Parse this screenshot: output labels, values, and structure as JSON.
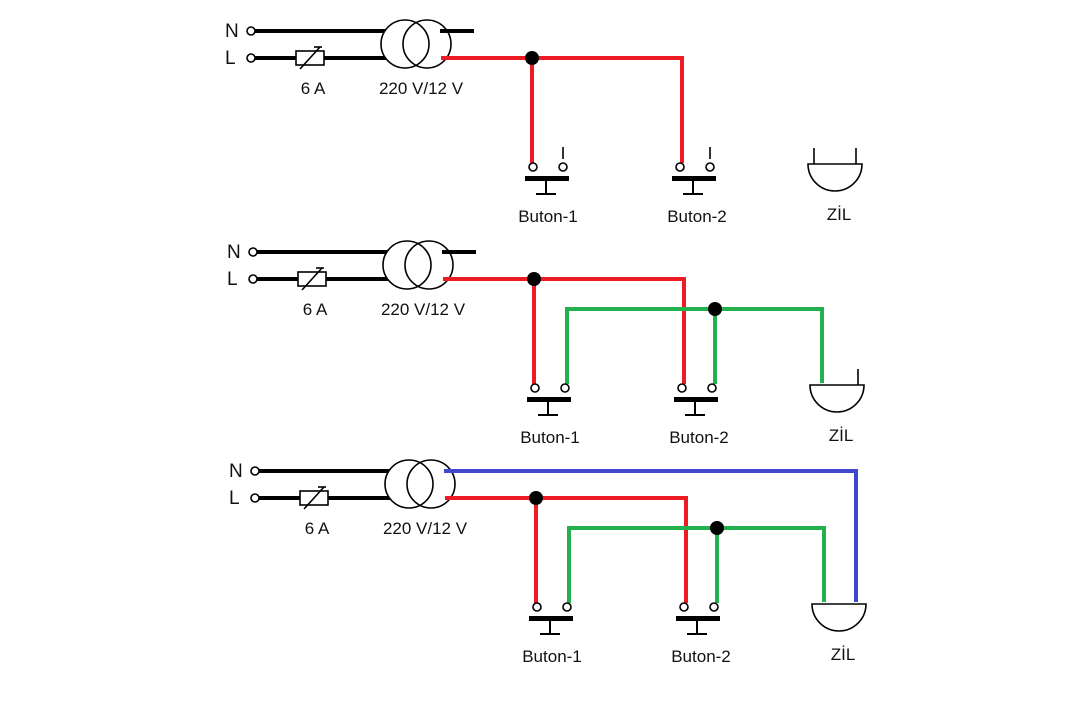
{
  "colors": {
    "neutral": "#000000",
    "phase": "#ed1c24",
    "bell_signal": "#22b14c",
    "bell_return": "#3f48cc"
  },
  "diagrams": [
    {
      "n_label": "N",
      "l_label": "L",
      "fuse_label": "6 A",
      "transformer_label": "220 V/12 V",
      "button1_label": "Buton-1",
      "button2_label": "Buton-2",
      "bell_label": "ZİL"
    },
    {
      "n_label": "N",
      "l_label": "L",
      "fuse_label": "6 A",
      "transformer_label": "220 V/12 V",
      "button1_label": "Buton-1",
      "button2_label": "Buton-2",
      "bell_label": "ZİL"
    },
    {
      "n_label": "N",
      "l_label": "L",
      "fuse_label": "6 A",
      "transformer_label": "220 V/12 V",
      "button1_label": "Buton-1",
      "button2_label": "Buton-2",
      "bell_label": "ZİL"
    }
  ]
}
